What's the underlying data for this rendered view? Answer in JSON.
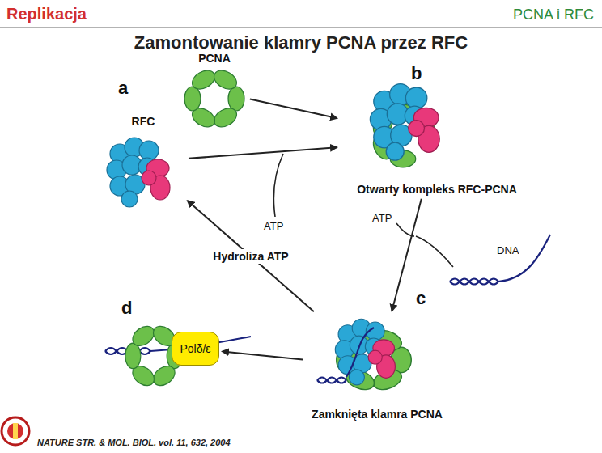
{
  "diagram": {
    "title": "Zamontowanie klamry PCNA przez RFC",
    "caption": "NATURE STR. & MOL. BIOL. vol. 11, 632, 2004",
    "nodes": [
      {
        "text": [
          "RFC"
        ]
      },
      {
        "text": [
          "PCNA"
        ]
      },
      {
        "text": [
          "Otwarty kompleks RFC-PCNA"
        ]
      },
      {
        "text": [
          "Zamknięta klamra PCNA"
        ]
      },
      {
        "text": [
          "Polδ/ε"
        ]
      }
    ],
    "edges": [
      {
        "from": 0,
        "to": 2,
        "arrow": "to"
      },
      {
        "from": 1,
        "to": 2,
        "arrow": "to"
      },
      {
        "from": 2,
        "to": 3,
        "arrow": "to"
      },
      {
        "from": 3,
        "to": 0,
        "label": "Hydroliza ATP",
        "arrow": "to"
      },
      {
        "from": 3,
        "to": 4,
        "arrow": "to"
      }
    ],
    "labels": [
      "Replikacja",
      "PCNA i RFC",
      "a",
      "b",
      "c",
      "d",
      "ATP",
      "ATP",
      "DNA"
    ]
  }
}
